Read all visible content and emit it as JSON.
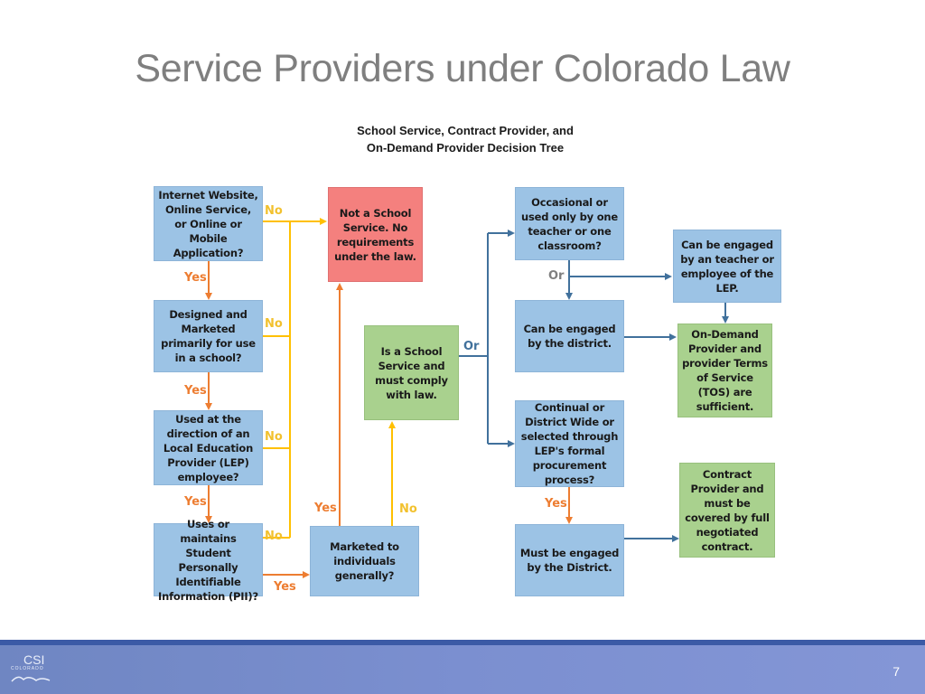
{
  "slide": {
    "title": "Service Providers under Colorado Law",
    "page_number": "7"
  },
  "tree_title": {
    "line1": "School Service, Contract Provider, and",
    "line2": "On-Demand Provider Decision Tree"
  },
  "boxes": {
    "internet": "Internet Website, Online Service, or Online or Mobile Application?",
    "designed": "Designed and Marketed primarily for use in a school?",
    "direction": "Used at the direction of an Local Education Provider (LEP) employee?",
    "pii": "Uses or maintains Student Personally Identifiable Information (PII)?",
    "not_school": "Not a School Service. No requirements under the law.",
    "is_school": "Is a School Service and must comply with law.",
    "marketed": "Marketed to individuals generally?",
    "occasional": "Occasional or used only by one teacher or one classroom?",
    "engaged_district": "Can be engaged by the district.",
    "continual": "Continual or District Wide or selected through LEP's formal procurement process?",
    "must_engaged": "Must be engaged by the District.",
    "engaged_teacher": "Can be engaged by an teacher or employee of the LEP.",
    "on_demand": "On-Demand Provider and provider Terms of Service (TOS) are sufficient.",
    "contract": "Contract Provider and must be covered by full negotiated contract."
  },
  "labels": {
    "yes": "Yes",
    "no": "No",
    "or": "Or"
  },
  "colors": {
    "box_blue": "#9cc3e5",
    "box_red": "#f4807e",
    "box_green": "#a9d18e",
    "arrow_orange": "#ed7d31",
    "arrow_yellow": "#ffc000",
    "arrow_blue": "#41719c"
  },
  "footer": {
    "logo_text": "CSI",
    "logo_sub": "COLORADO"
  }
}
